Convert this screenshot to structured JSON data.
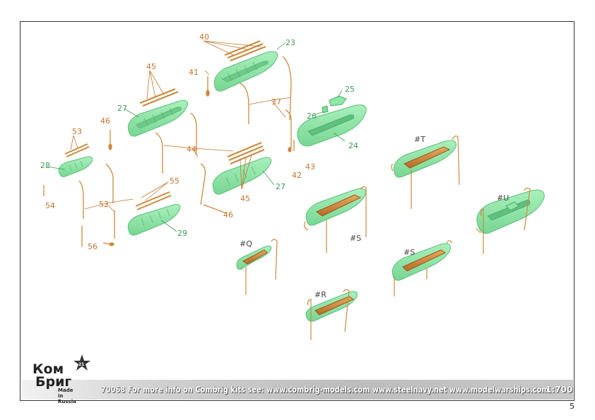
{
  "brand": {
    "line1": "Ком",
    "line2": "Бриг",
    "made_in": "Made in Russia",
    "star_number": "21"
  },
  "footer": {
    "info": "70068 For more info on Combrig kits see: www.combrig-models.com www.steelnavy.net www.modelwarships.com",
    "scale": "1:700"
  },
  "page_number": "5",
  "part_labels": {
    "p40": "40",
    "p23": "23",
    "p45a": "45",
    "p41": "41",
    "p25": "25",
    "p27a": "27",
    "p37": "37",
    "p26": "26",
    "p46a": "46",
    "p53": "53",
    "p24": "24",
    "p44": "44",
    "p28": "28",
    "p43": "43",
    "p42": "42",
    "p55": "55",
    "p27b": "27",
    "p45b": "45",
    "p54": "54",
    "p52": "52",
    "p46b": "46",
    "p29": "29",
    "p56": "56",
    "aT": "#T",
    "aU": "#U",
    "aS1": "#S",
    "aS2": "#S",
    "aQ": "#Q",
    "aR": "#R"
  },
  "colors": {
    "hull": "#8fe6a6",
    "hull_edge": "#5cbf7a",
    "copper": "#cc8a3d",
    "label_orange": "#c8742c",
    "label_green": "#3f9d5a",
    "label_dark": "#444444"
  }
}
